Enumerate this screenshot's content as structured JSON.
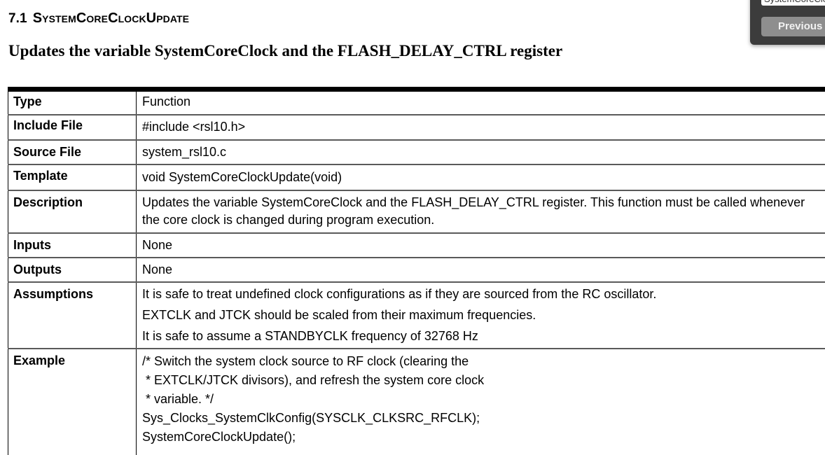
{
  "heading": {
    "number": "7.1",
    "title": "SystemCoreClockUpdate"
  },
  "subtitle": "Updates the variable SystemCoreClock and the FLASH_DELAY_CTRL register",
  "search_popup": {
    "query": "SystemCoreClockUpdate",
    "previous_label": "Previous"
  },
  "table": {
    "rows": [
      {
        "label": "Type",
        "value": "Function"
      },
      {
        "label": "Include File",
        "value": "#include <rsl10.h>"
      },
      {
        "label": "Source File",
        "value": "system_rsl10.c"
      },
      {
        "label": "Template",
        "value": "void SystemCoreClockUpdate(void)"
      },
      {
        "label": "Description",
        "value": "Updates the variable SystemCoreClock and the FLASH_DELAY_CTRL register. This function must be called whenever the core clock is changed during program execution."
      },
      {
        "label": "Inputs",
        "value": "None"
      },
      {
        "label": "Outputs",
        "value": "None"
      },
      {
        "label": "Assumptions",
        "lines": [
          "It is safe to treat undefined clock configurations as if they are sourced from the RC oscillator.",
          "EXTCLK and JTCK should be scaled from their maximum frequencies.",
          "It is safe to assume a STANDBYCLK frequency of 32768 Hz"
        ]
      },
      {
        "label": "Example",
        "lines": [
          "/* Switch the system clock source to RF clock (clearing the",
          " * EXTCLK/JTCK divisors), and refresh the system core clock",
          " * variable. */",
          "Sys_Clocks_SystemClkConfig(SYSCLK_CLKSRC_RFCLK);",
          "SystemCoreClockUpdate();"
        ]
      }
    ]
  }
}
